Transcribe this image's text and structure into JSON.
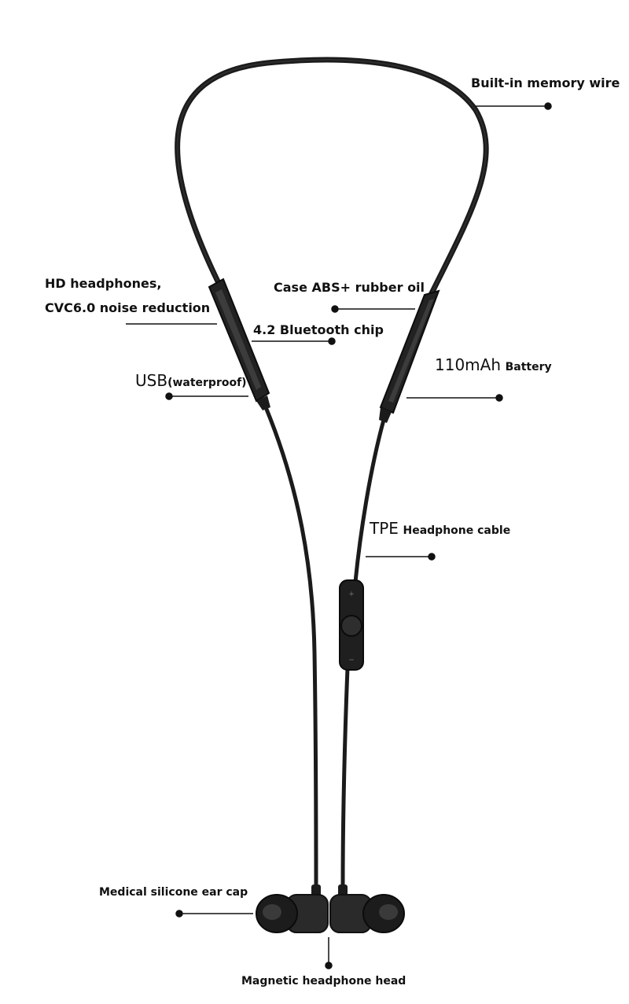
{
  "labels": {
    "memory_wire": "Built-in memory wire",
    "hd_line1": "HD headphones,",
    "hd_line2": "CVC6.0 noise reduction",
    "case": "Case ABS+ rubber oil",
    "bt_chip": "4.2 Bluetooth chip",
    "usb_prefix": "USB",
    "usb_suffix": "(waterproof)",
    "battery_value": "110mAh",
    "battery_word": "Battery",
    "tpe_prefix": "TPE",
    "tpe_suffix": "Headphone cable",
    "ear_cap": "Medical silicone ear cap",
    "magnetic_head": "Magnetic headphone head"
  },
  "colors": {
    "cable": "#1b1b1b",
    "body": "#222222",
    "leader": "#111111",
    "background": "#ffffff"
  }
}
